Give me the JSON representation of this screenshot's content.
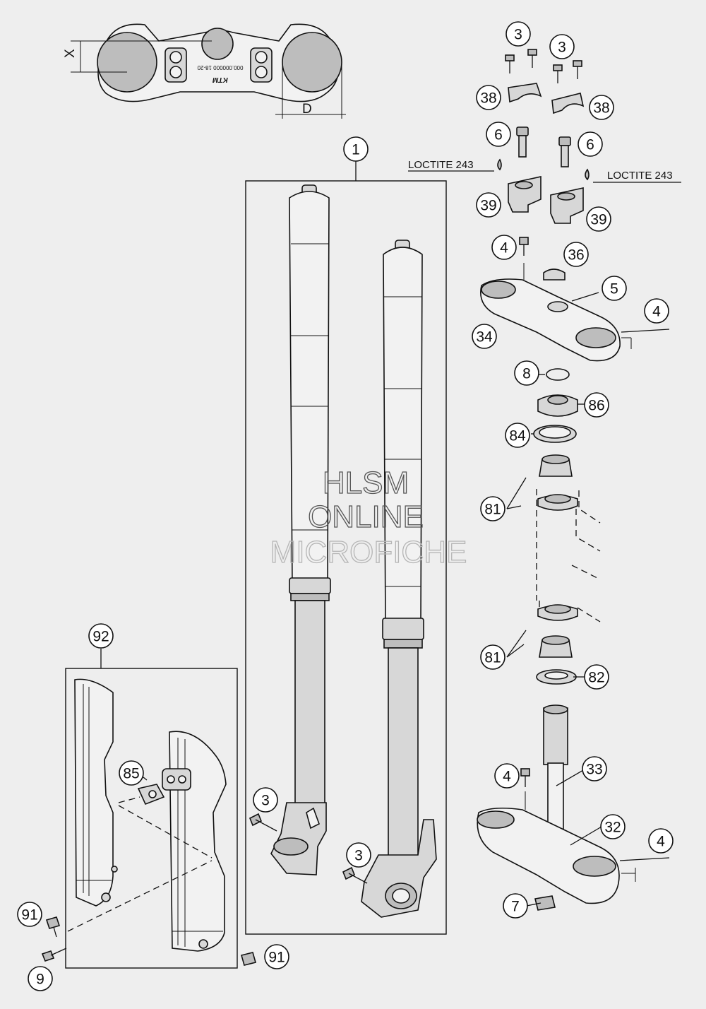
{
  "watermark": {
    "line1": "HLSM",
    "line2": "ONLINE",
    "line3": "MICROFICHE"
  },
  "notes": {
    "loctite_left": "LOCTITE 243",
    "loctite_right": "LOCTITE 243"
  },
  "dimensions": {
    "x": "X",
    "d": "D"
  },
  "clamp_marking": {
    "part_number": "000.000000 18-20",
    "brand": "KTM"
  },
  "callouts": {
    "c1": "1",
    "c3_top_a": "3",
    "c3_top_b": "3",
    "c3_fork_left": "3",
    "c3_fork_right": "3",
    "c4_top_screw": "4",
    "c4_top_clamp": "4",
    "c4_bottom_screw": "4",
    "c4_bottom_clamp": "4",
    "c5": "5",
    "c6_left": "6",
    "c6_right": "6",
    "c7": "7",
    "c8": "8",
    "c9": "9",
    "c32": "32",
    "c33": "33",
    "c34": "34",
    "c36": "36",
    "c38_left": "38",
    "c38_right": "38",
    "c39_left": "39",
    "c39_right": "39",
    "c81_upper": "81",
    "c81_lower": "81",
    "c82": "82",
    "c84": "84",
    "c85": "85",
    "c86": "86",
    "c91_left": "91",
    "c91_right": "91",
    "c92": "92"
  }
}
